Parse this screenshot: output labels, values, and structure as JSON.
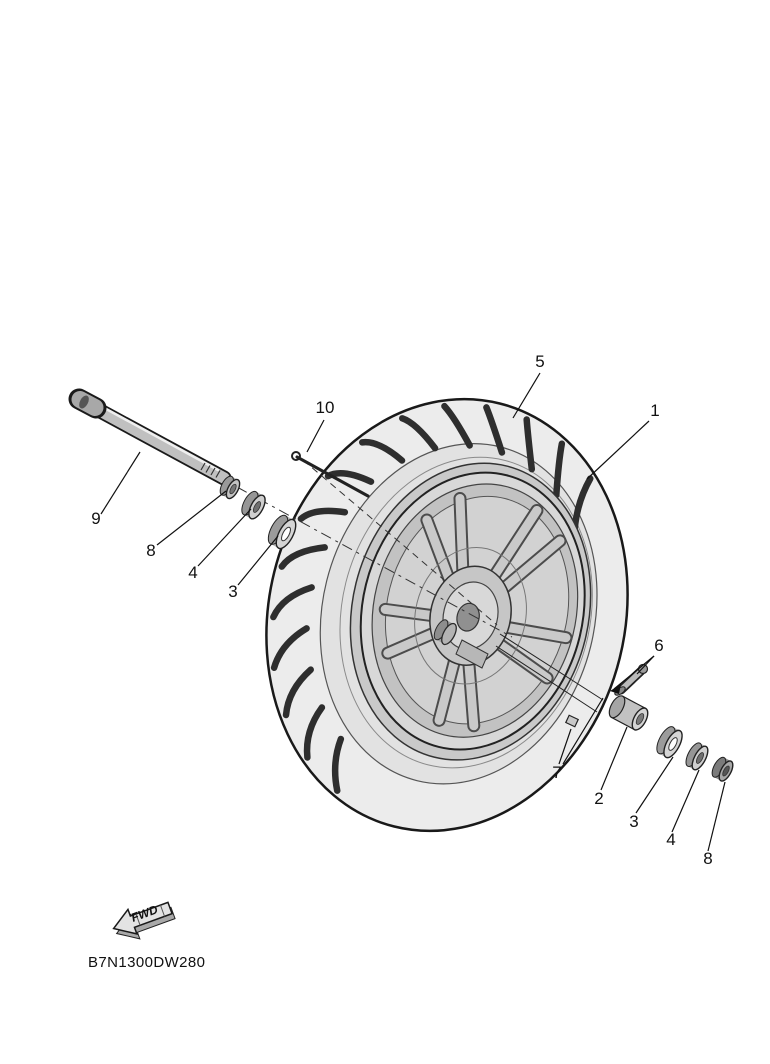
{
  "diagram": {
    "figure_code": "B7N1300DW280",
    "fwd_label": "FWD",
    "ink_color": "#1a1a1a",
    "metal_gray": "#d9d9d9",
    "callouts": [
      {
        "text": "5"
      },
      {
        "text": "10"
      },
      {
        "text": "1"
      },
      {
        "text": "9"
      },
      {
        "text": "8"
      },
      {
        "text": "4"
      },
      {
        "text": "3"
      },
      {
        "text": "6"
      },
      {
        "text": "7"
      },
      {
        "text": "2"
      },
      {
        "text": "3"
      },
      {
        "text": "4"
      },
      {
        "text": "8"
      }
    ]
  }
}
